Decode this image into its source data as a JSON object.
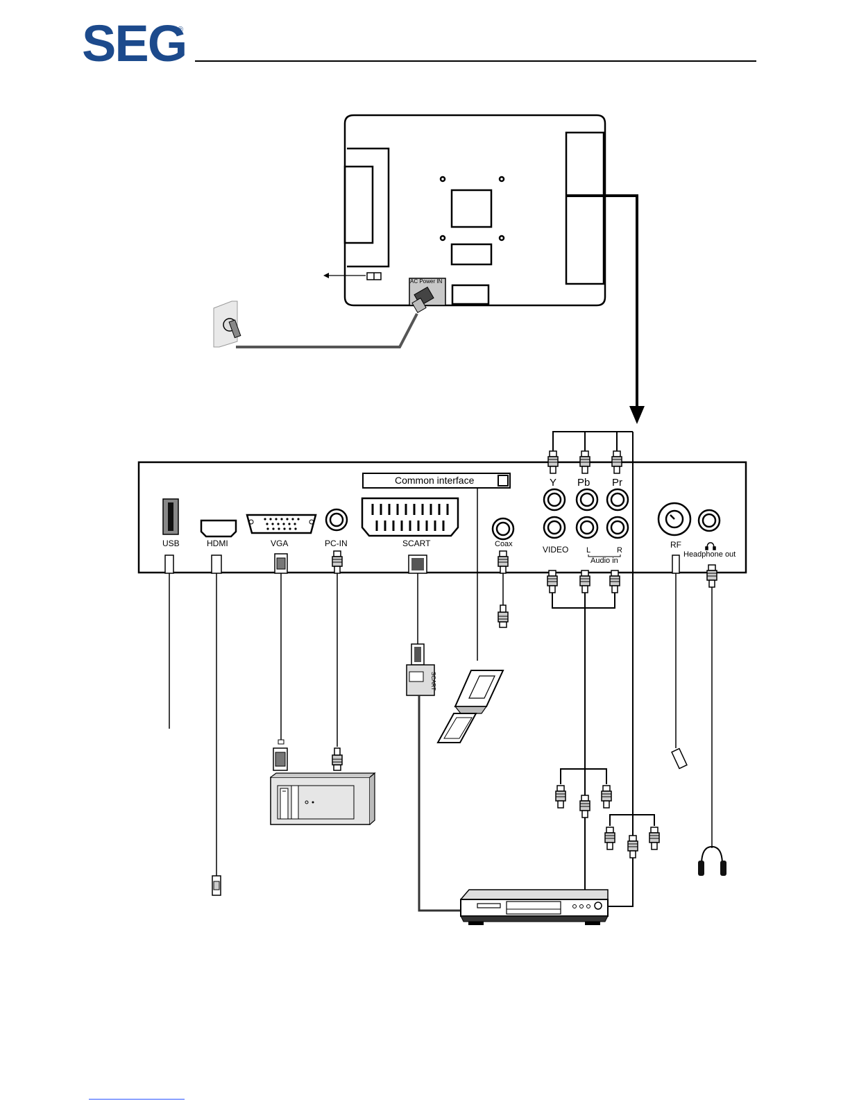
{
  "brand": {
    "name": "SEG",
    "registered": "®",
    "color": "#1c4a8c"
  },
  "tv_back": {
    "power_label": "AC Power IN"
  },
  "panel": {
    "common_interface": "Common interface",
    "ports": {
      "usb": "USB",
      "hdmi": "HDMI",
      "vga": "VGA",
      "pc_in": "PC-IN",
      "scart": "SCART",
      "coax": "Coax",
      "y": "Y",
      "pb": "Pb",
      "pr": "Pr",
      "video": "VIDEO",
      "left": "L",
      "right": "R",
      "audio_in": "Audio in",
      "rf": "RF",
      "headphone": "Headphone out"
    }
  },
  "scart_plug": {
    "label": "SCART"
  }
}
